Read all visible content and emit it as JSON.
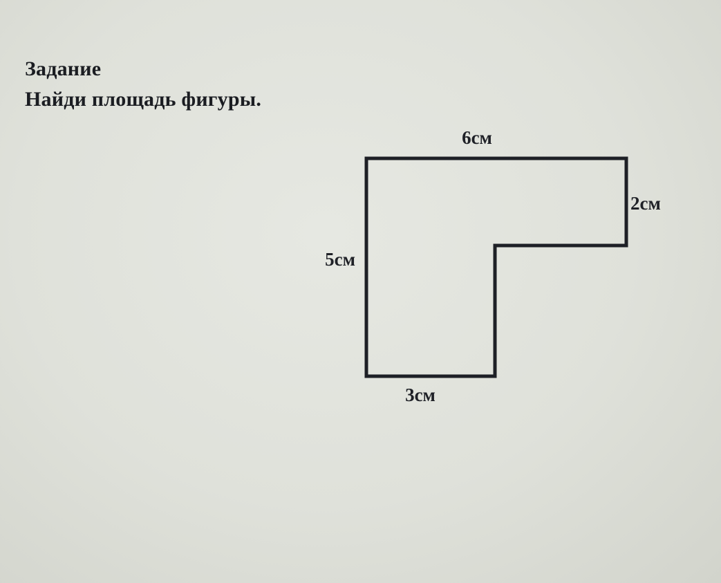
{
  "task": {
    "heading": "Задание",
    "question": "Найди площадь фигуры."
  },
  "figure": {
    "shape": "L-shape",
    "labels": {
      "top": "6см",
      "right": "2см",
      "left": "5см",
      "bottom": "3см"
    }
  },
  "colors": {
    "background": "#e2e4dd",
    "ink": "#1b1d22"
  }
}
